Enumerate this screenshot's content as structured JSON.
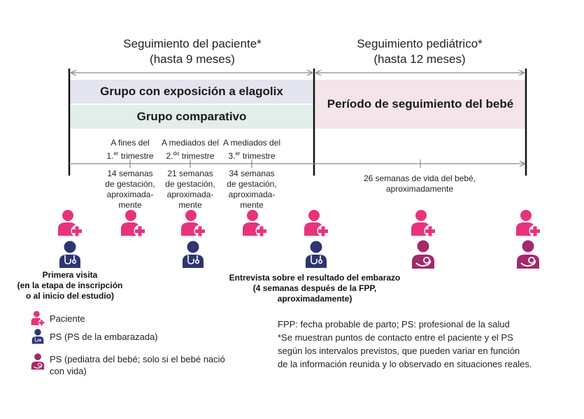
{
  "colors": {
    "patient": "#e8327c",
    "hcp": "#2e3574",
    "pediatric": "#a4286a",
    "grey": "#8a8a8a",
    "exposure_bar": "#e3e4ee",
    "comparative_bar": "#e2eee9",
    "infant_bar": "#f5e4e9"
  },
  "header": {
    "patient_title": "Seguimiento del paciente*",
    "patient_sub": "(hasta 9 meses)",
    "pediatric_title": "Seguimiento pediátrico*",
    "pediatric_sub": "(hasta 12 meses)"
  },
  "bars": {
    "exposure": "Grupo con exposición a elagolix",
    "comparative": "Grupo comparativo",
    "infant": "Período de seguimiento del bebé"
  },
  "timepoints": [
    {
      "top1": "A fines del",
      "top2_pre": "1.",
      "top2_sup": "er",
      "top2_post": " trimestre",
      "bottom": [
        "14 semanas",
        "de gestación,",
        "aproximada-",
        "mente"
      ]
    },
    {
      "top1": "A mediados del",
      "top2_pre": "2.",
      "top2_sup": "do",
      "top2_post": " trimestre",
      "bottom": [
        "21 semanas",
        "de gestación,",
        "aproximada-",
        "mente"
      ]
    },
    {
      "top1": "A mediados del",
      "top2_pre": "3.",
      "top2_sup": "er",
      "top2_post": " trimestre",
      "bottom": [
        "34 semanas",
        "de gestación,",
        "aproximada-",
        "mente"
      ]
    }
  ],
  "infant_timepoint": [
    "26 semanas de vida del bebé,",
    "aproximadamente"
  ],
  "captions": {
    "first_visit": [
      "Primera visita",
      "(en la etapa de inscripción",
      "o al inicio del estudio)"
    ],
    "interview": [
      "Entrevista sobre el resultado del embarazo",
      "(4 semanas después de la FPP,",
      "aproximadamente)"
    ]
  },
  "legend": {
    "patient": "Paciente",
    "hcp": "PS (PS de la embarazada)",
    "pediatric_line1": "PS (pediatra del bebé; solo si el bebé nació",
    "pediatric_line2": "con vida)"
  },
  "notes": [
    "FPP: fecha probable de parto; PS: profesional de la salud",
    "*Se muestran puntos de contacto entre el paciente y el PS",
    "según los intervalos previstos, que pueden variar en función",
    "de la información reunida y lo observado en situaciones reales."
  ]
}
